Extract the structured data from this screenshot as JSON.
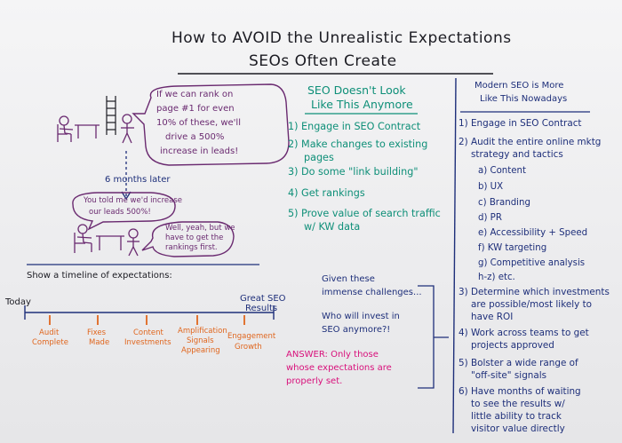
{
  "title": {
    "line1": "How to AVOID the Unrealistic Expectations",
    "line2": "SEOs Often Create"
  },
  "colors": {
    "black": "#1b1b22",
    "purple": "#6a2a70",
    "teal": "#0e8f78",
    "navy": "#1e2f7a",
    "orange": "#e0661e",
    "magenta": "#d8107b"
  },
  "left_panel": {
    "speech_bubble_1": [
      "If we can rank on",
      "page #1 for even",
      "10% of these, we'll",
      "drive a 500%",
      "increase in leads!"
    ],
    "time_label": "6 months later",
    "speech_bubble_2": [
      "You told me we'd increase",
      "our leads 500%!"
    ],
    "speech_bubble_3": [
      "Well, yeah, but we",
      "have to get the",
      "rankings first."
    ],
    "timeline_heading": "Show a timeline of expectations:",
    "timeline_start": "Today",
    "timeline_end": [
      "Great SEO",
      "Results"
    ],
    "milestones": [
      [
        "Audit",
        "Complete"
      ],
      [
        "Fixes",
        "Made"
      ],
      [
        "Content",
        "Investments"
      ],
      [
        "Amplification",
        "Signals",
        "Appearing"
      ],
      [
        "Engagement",
        "Growth"
      ]
    ]
  },
  "middle_panel": {
    "heading": [
      "SEO Doesn't Look",
      "Like This Anymore"
    ],
    "items": [
      "1) Engage in SEO Contract",
      "2) Make changes to existing",
      "pages",
      "3) Do some \"link building\"",
      "4) Get rankings",
      "5) Prove value of search traffic",
      "w/ KW data"
    ],
    "challenge": [
      "Given these",
      "immense challenges...",
      "",
      "Who will invest in",
      "SEO anymore?!"
    ],
    "answer_label": "ANSWER:",
    "answer_text": [
      " Only those",
      "whose expectations are",
      "properly set."
    ]
  },
  "right_panel": {
    "heading": [
      "Modern SEO is More",
      "Like This Nowadays"
    ],
    "items": [
      "1) Engage in SEO Contract",
      "2) Audit the entire online mktg",
      "strategy and tactics"
    ],
    "sub_items": [
      "a) Content",
      "b) UX",
      "c) Branding",
      "d) PR",
      "e) Accessibility + Speed",
      "f) KW targeting",
      "g) Competitive analysis",
      "h-z) etc."
    ],
    "items_later": [
      "3) Determine which investments",
      "are possible/most likely to",
      "have ROI",
      "4) Work across teams to get",
      "projects approved",
      "5) Bolster a wide range of",
      "\"off-site\" signals",
      "6) Have months of waiting",
      "to see the results w/",
      "little ability to track",
      "visitor value directly"
    ]
  }
}
